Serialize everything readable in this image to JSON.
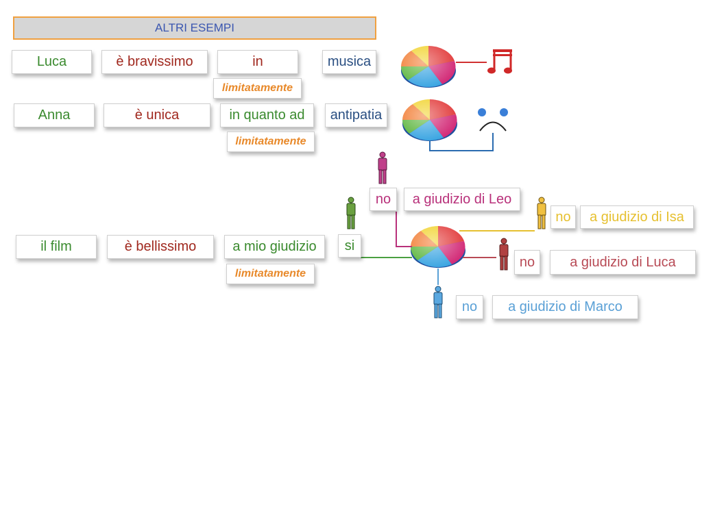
{
  "title": "ALTRI ESEMPI",
  "row1": {
    "subject": "Luca",
    "predicate": "è bravissimo",
    "prep": "in",
    "object": "musica",
    "limit": "limitatamente"
  },
  "row2": {
    "subject": "Anna",
    "predicate": "è unica",
    "prep": "in quanto ad",
    "object": "antipatia",
    "limit": "limitatamente"
  },
  "row3": {
    "subject": "il film",
    "predicate": "è bellissimo",
    "prep": "a mio giudizio",
    "limit": "limitatamente",
    "answer": "si"
  },
  "opinions": [
    {
      "answer": "no",
      "label": "a giudizio di Leo",
      "color": "#b8307a"
    },
    {
      "answer": "no",
      "label": "a giudizio di Isa",
      "color": "#e6c030"
    },
    {
      "answer": "no",
      "label": "a giudizio di Luca",
      "color": "#b84a55"
    },
    {
      "answer": "no",
      "label": "a giudizio di Marco",
      "color": "#5aa0d6"
    }
  ],
  "colors": {
    "green": "#3a8a2e",
    "red": "#a0281e",
    "blue": "#2a4f82",
    "orange": "#e8892a",
    "title_text": "#3a56b0",
    "title_border": "#f0a040"
  },
  "icons": [
    "pie-chart-icon",
    "music-note-icon",
    "sad-face-icon",
    "person-icon"
  ]
}
